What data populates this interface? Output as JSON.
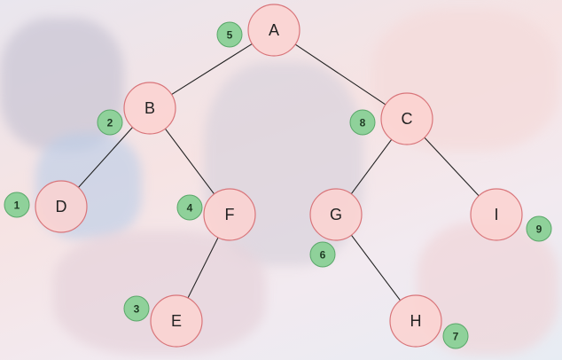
{
  "tree": {
    "nodes": [
      {
        "id": "A",
        "label": "A"
      },
      {
        "id": "B",
        "label": "B"
      },
      {
        "id": "C",
        "label": "C"
      },
      {
        "id": "D",
        "label": "D"
      },
      {
        "id": "F",
        "label": "F"
      },
      {
        "id": "G",
        "label": "G"
      },
      {
        "id": "I",
        "label": "I"
      },
      {
        "id": "E",
        "label": "E"
      },
      {
        "id": "H",
        "label": "H"
      }
    ],
    "edges": [
      {
        "from": "A",
        "to": "B"
      },
      {
        "from": "A",
        "to": "C"
      },
      {
        "from": "B",
        "to": "D"
      },
      {
        "from": "B",
        "to": "F"
      },
      {
        "from": "F",
        "to": "E"
      },
      {
        "from": "C",
        "to": "G"
      },
      {
        "from": "C",
        "to": "I"
      },
      {
        "from": "G",
        "to": "H"
      }
    ],
    "badges": [
      {
        "node": "D",
        "value": "1"
      },
      {
        "node": "B",
        "value": "2"
      },
      {
        "node": "E",
        "value": "3"
      },
      {
        "node": "F",
        "value": "4"
      },
      {
        "node": "A",
        "value": "5"
      },
      {
        "node": "G",
        "value": "6"
      },
      {
        "node": "H",
        "value": "7"
      },
      {
        "node": "C",
        "value": "8"
      },
      {
        "node": "I",
        "value": "9"
      }
    ]
  },
  "colors": {
    "node_fill": "#fbd2d0",
    "node_stroke": "#d9757a",
    "badge_fill": "#8fd19a",
    "edge": "#222222"
  }
}
